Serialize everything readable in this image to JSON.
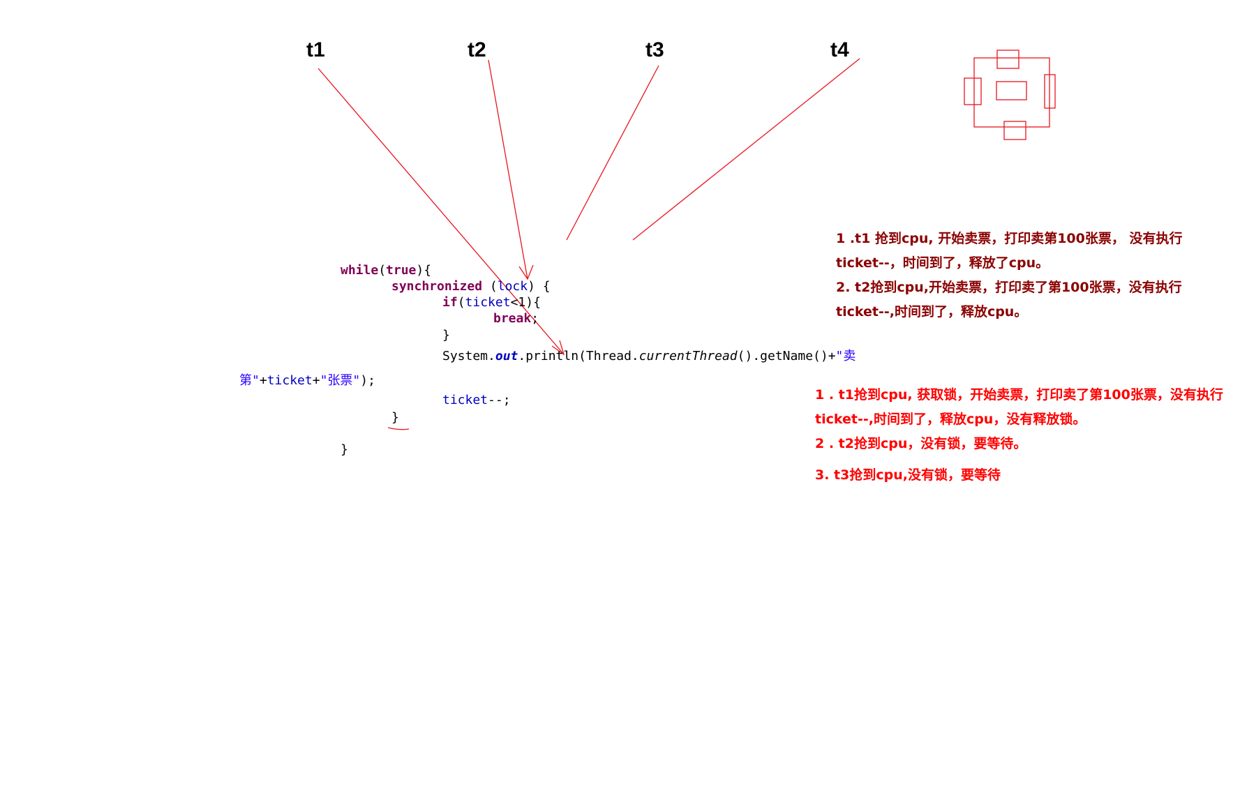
{
  "threads": [
    "t1",
    "t2",
    "t3",
    "t4"
  ],
  "code": {
    "l1_kw": "while",
    "l1_p1": "(",
    "l1_kw2": "true",
    "l1_p2": "){",
    "l2_kw": "synchronized",
    "l2_p1": " (",
    "l2_f": "lock",
    "l2_p2": ") {",
    "l3_kw": "if",
    "l3_p1": "(",
    "l3_f": "ticket",
    "l3_p2": "<1){",
    "l4_kw": "break",
    "l4_p": ";",
    "l5": "}",
    "l6_a": "System.",
    "l6_out": "out",
    "l6_b": ".println(Thread.",
    "l6_ct": "currentThread",
    "l6_c": "().getName()+",
    "l6_s": "\"卖",
    "l7_s1": "第\"",
    "l7_a": "+",
    "l7_f": "ticket",
    "l7_b": "+",
    "l7_s2": "\"张票\"",
    "l7_c": ");",
    "l8_f": "ticket",
    "l8_p": "--;",
    "l9": "}",
    "l10": "}"
  },
  "notes_unsync": [
    "1 .t1 抢到cpu, 开始卖票，打印卖第100张票， 没有执行",
    "ticket--，时间到了，释放了cpu。",
    "2. t2抢到cpu,开始卖票，打印卖了第100张票，没有执行",
    "ticket--,时间到了，释放cpu。"
  ],
  "notes_sync": [
    "1 . t1抢到cpu, 获取锁，开始卖票，打印卖了第100张票，没有执行",
    "ticket--,时间到了，释放cpu，没有释放锁。",
    "2 . t2抢到cpu，没有锁，要等待。",
    "3. t3抢到cpu,没有锁，要等待"
  ],
  "colors": {
    "note_dark": "#8b0000",
    "note_red": "#ff0000",
    "arrow": "#e8141e"
  }
}
